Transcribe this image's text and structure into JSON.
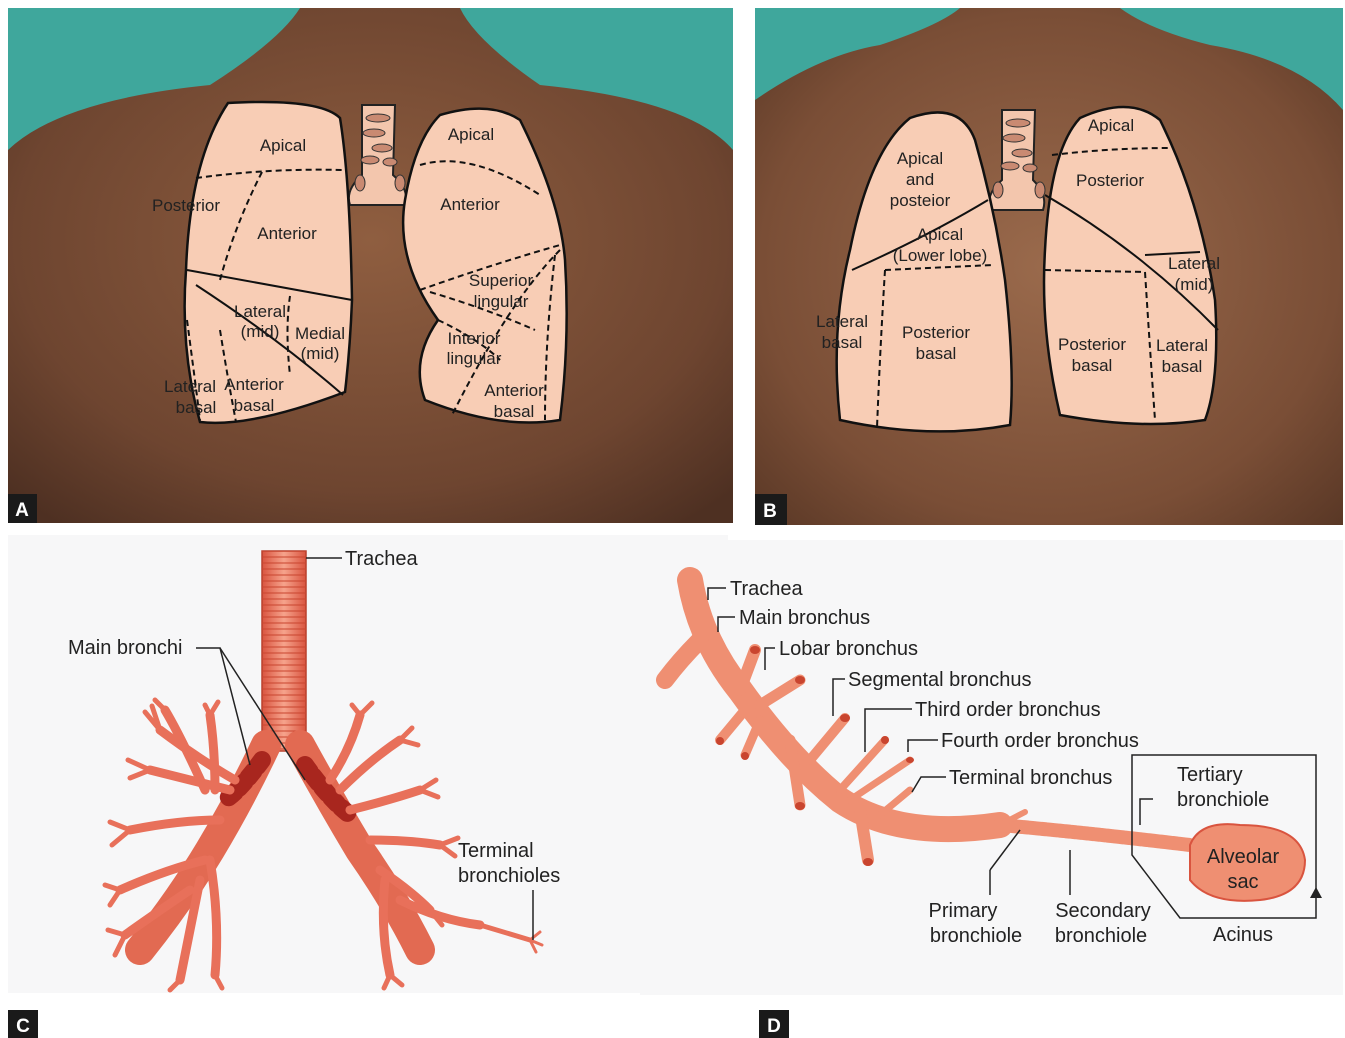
{
  "panels": {
    "a": {
      "letter": "A",
      "right_lung_labels": [
        "Apical",
        "Posterior",
        "Anterior",
        "Lateral",
        "(mid)",
        "Medial",
        "(mid)",
        "Lateral",
        "basal",
        "Anterior",
        "basal"
      ],
      "left_lung_labels": [
        "Apical",
        "Anterior",
        "Superior",
        "lingular",
        "Interior",
        "lingular",
        "Anterior",
        "basal"
      ]
    },
    "b": {
      "letter": "B",
      "left_lung_labels": [
        "Apical",
        "and",
        "posteior",
        "Apical",
        "(Lower lobe)",
        "Lateral",
        "basal",
        "Posterior",
        "basal"
      ],
      "right_lung_labels": [
        "Apical",
        "Posterior",
        "Lateral",
        "(mid)",
        "Posterior",
        "basal",
        "Lateral",
        "basal"
      ]
    },
    "c": {
      "letter": "C",
      "labels": {
        "trachea": "Trachea",
        "main_bronchi": "Main bronchi",
        "terminal_1": "Terminal",
        "terminal_2": "bronchioles"
      }
    },
    "d": {
      "letter": "D",
      "labels": {
        "trachea": "Trachea",
        "main_bronchus": "Main bronchus",
        "lobar_bronchus": "Lobar bronchus",
        "segmental_bronchus": "Segmental bronchus",
        "third_order": "Third order bronchus",
        "fourth_order": "Fourth order bronchus",
        "terminal_bronchus": "Terminal bronchus",
        "tertiary_1": "Tertiary",
        "tertiary_2": "bronchiole",
        "alveolar_1": "Alveolar",
        "alveolar_2": "sac",
        "primary_1": "Primary",
        "primary_2": "bronchiole",
        "secondary_1": "Secondary",
        "secondary_2": "bronchiole",
        "acinus": "Acinus"
      }
    }
  },
  "colors": {
    "background_drape": "#3fa79c",
    "skin": "#8a5a3c",
    "lung_fill": "#f8cdb5",
    "bronchus": "#e8705a",
    "bronchus_dark": "#a8261e",
    "label_box": "#1a1a1a"
  }
}
